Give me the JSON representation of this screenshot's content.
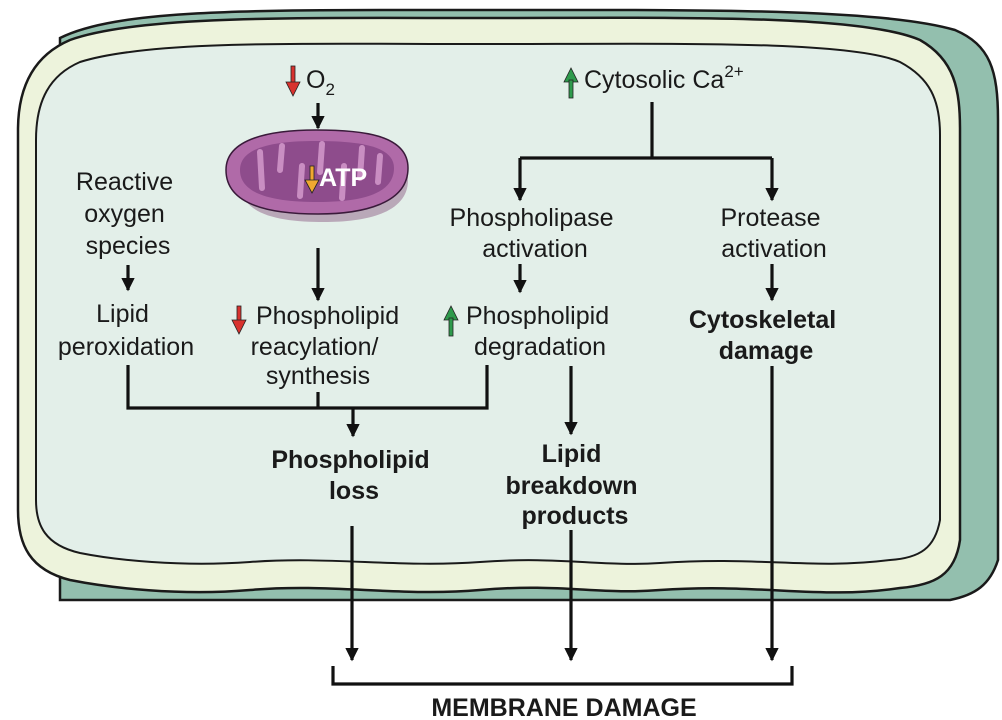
{
  "nodes": {
    "o2": {
      "arrow": "down",
      "text": "O",
      "sub": "2"
    },
    "calcium": {
      "arrow": "up",
      "text": "Cytosolic Ca",
      "sup": "2+"
    },
    "atp": {
      "arrow": "down",
      "text": "ATP"
    },
    "ros": [
      "Reactive",
      "oxygen",
      "species"
    ],
    "lipid_peroxidation": [
      "Lipid",
      "peroxidation"
    ],
    "phospholipase": [
      "Phospholipase",
      "activation"
    ],
    "protease": [
      "Protease",
      "activation"
    ],
    "reacylation": {
      "arrow": "down",
      "lines": [
        "Phospholipid",
        "reacylation/",
        "synthesis"
      ]
    },
    "degradation": {
      "arrow": "up",
      "lines": [
        "Phospholipid",
        "degradation"
      ]
    },
    "cytoskeletal": [
      "Cytoskeletal",
      "damage"
    ],
    "phospholipid_loss": [
      "Phospholipid",
      "loss"
    ],
    "lipid_breakdown": [
      "Lipid",
      "breakdown",
      "products"
    ],
    "membrane_damage": "MEMBRANE DAMAGE"
  },
  "colors": {
    "cell_fill": "#e3efe9",
    "cell_rim": "#edf3dc",
    "cell_shadow": "#93bfae",
    "outline": "#1a1a1a",
    "down_arrow": "#d8322e",
    "up_arrow": "#2e9a4c",
    "atp_arrow": "#f0a830",
    "mito_outer": "#b06aa8",
    "mito_inner": "#8e4c8c",
    "mito_cristae": "#c98ec2"
  }
}
